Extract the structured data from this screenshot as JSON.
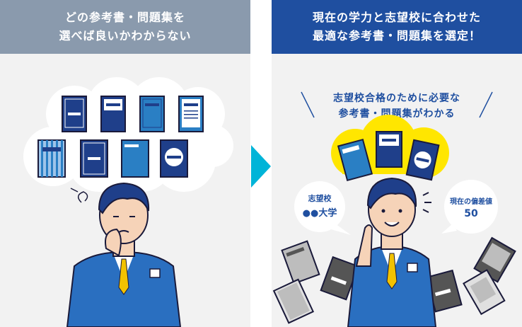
{
  "left": {
    "title_line1": "どの参考書・問題集を",
    "title_line2": "選べば良いかわからない"
  },
  "right": {
    "title_line1": "現在の学力と志望校に合わせた",
    "title_line2": "最適な参考書・問題集を選定！",
    "tagline_line1": "志望校合格のために必要な",
    "tagline_line2": "参考書・問題集がわかる",
    "bubble_goal_label": "志望校",
    "bubble_goal_value": "●●大学",
    "bubble_score_label": "現在の偏差値",
    "bubble_score_value": "50"
  },
  "colors": {
    "left_header": "#8a9aad",
    "right_header": "#1f4fa0",
    "arrow": "#00b4d8",
    "highlight": "#ffe600",
    "navy": "#1f3f8a"
  }
}
